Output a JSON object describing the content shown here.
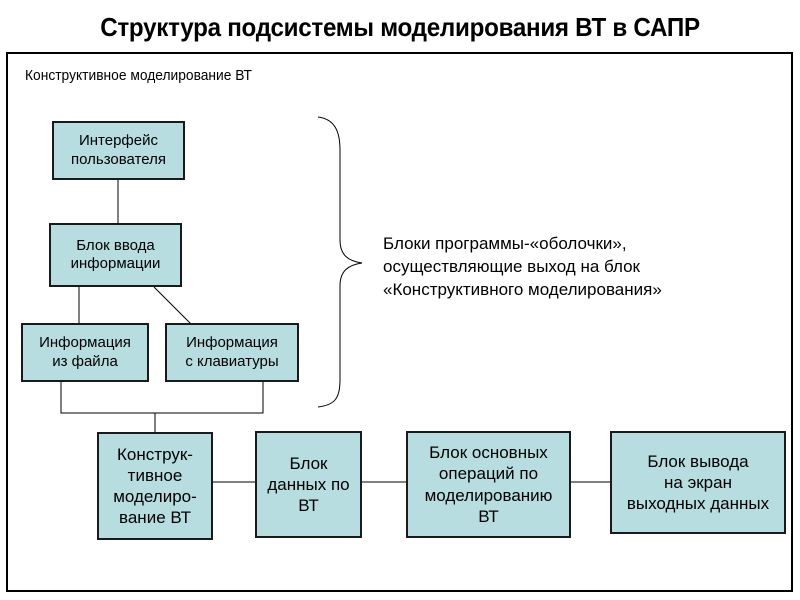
{
  "title": "Структура подсистемы моделирования ВТ в САПР",
  "frame_label": "Конструктивное моделирование ВТ",
  "boxes": {
    "user_interface": "Интерфейс\nпользователя",
    "input_block": "Блок ввода\nинформации",
    "file_info": "Информация\nиз файла",
    "keyboard_info": "Информация\nс клавиатуры",
    "constructive_modeling": "Конструк-\nтивное\nмоделиро-\nвание ВТ",
    "data_block": "Блок\nданных по\nВТ",
    "operations_block": "Блок основных\nопераций по\nмоделированию\nВТ",
    "output_block": "Блок вывода\nна экран\nвыходных данных"
  },
  "brace_note": "Блоки программы-«оболочки»,\nосуществляющие выход на блок\n«Конструктивного моделирования»",
  "colors": {
    "box_fill": "#b7dde0",
    "box_border": "#1a1a1a",
    "line": "#000000"
  }
}
